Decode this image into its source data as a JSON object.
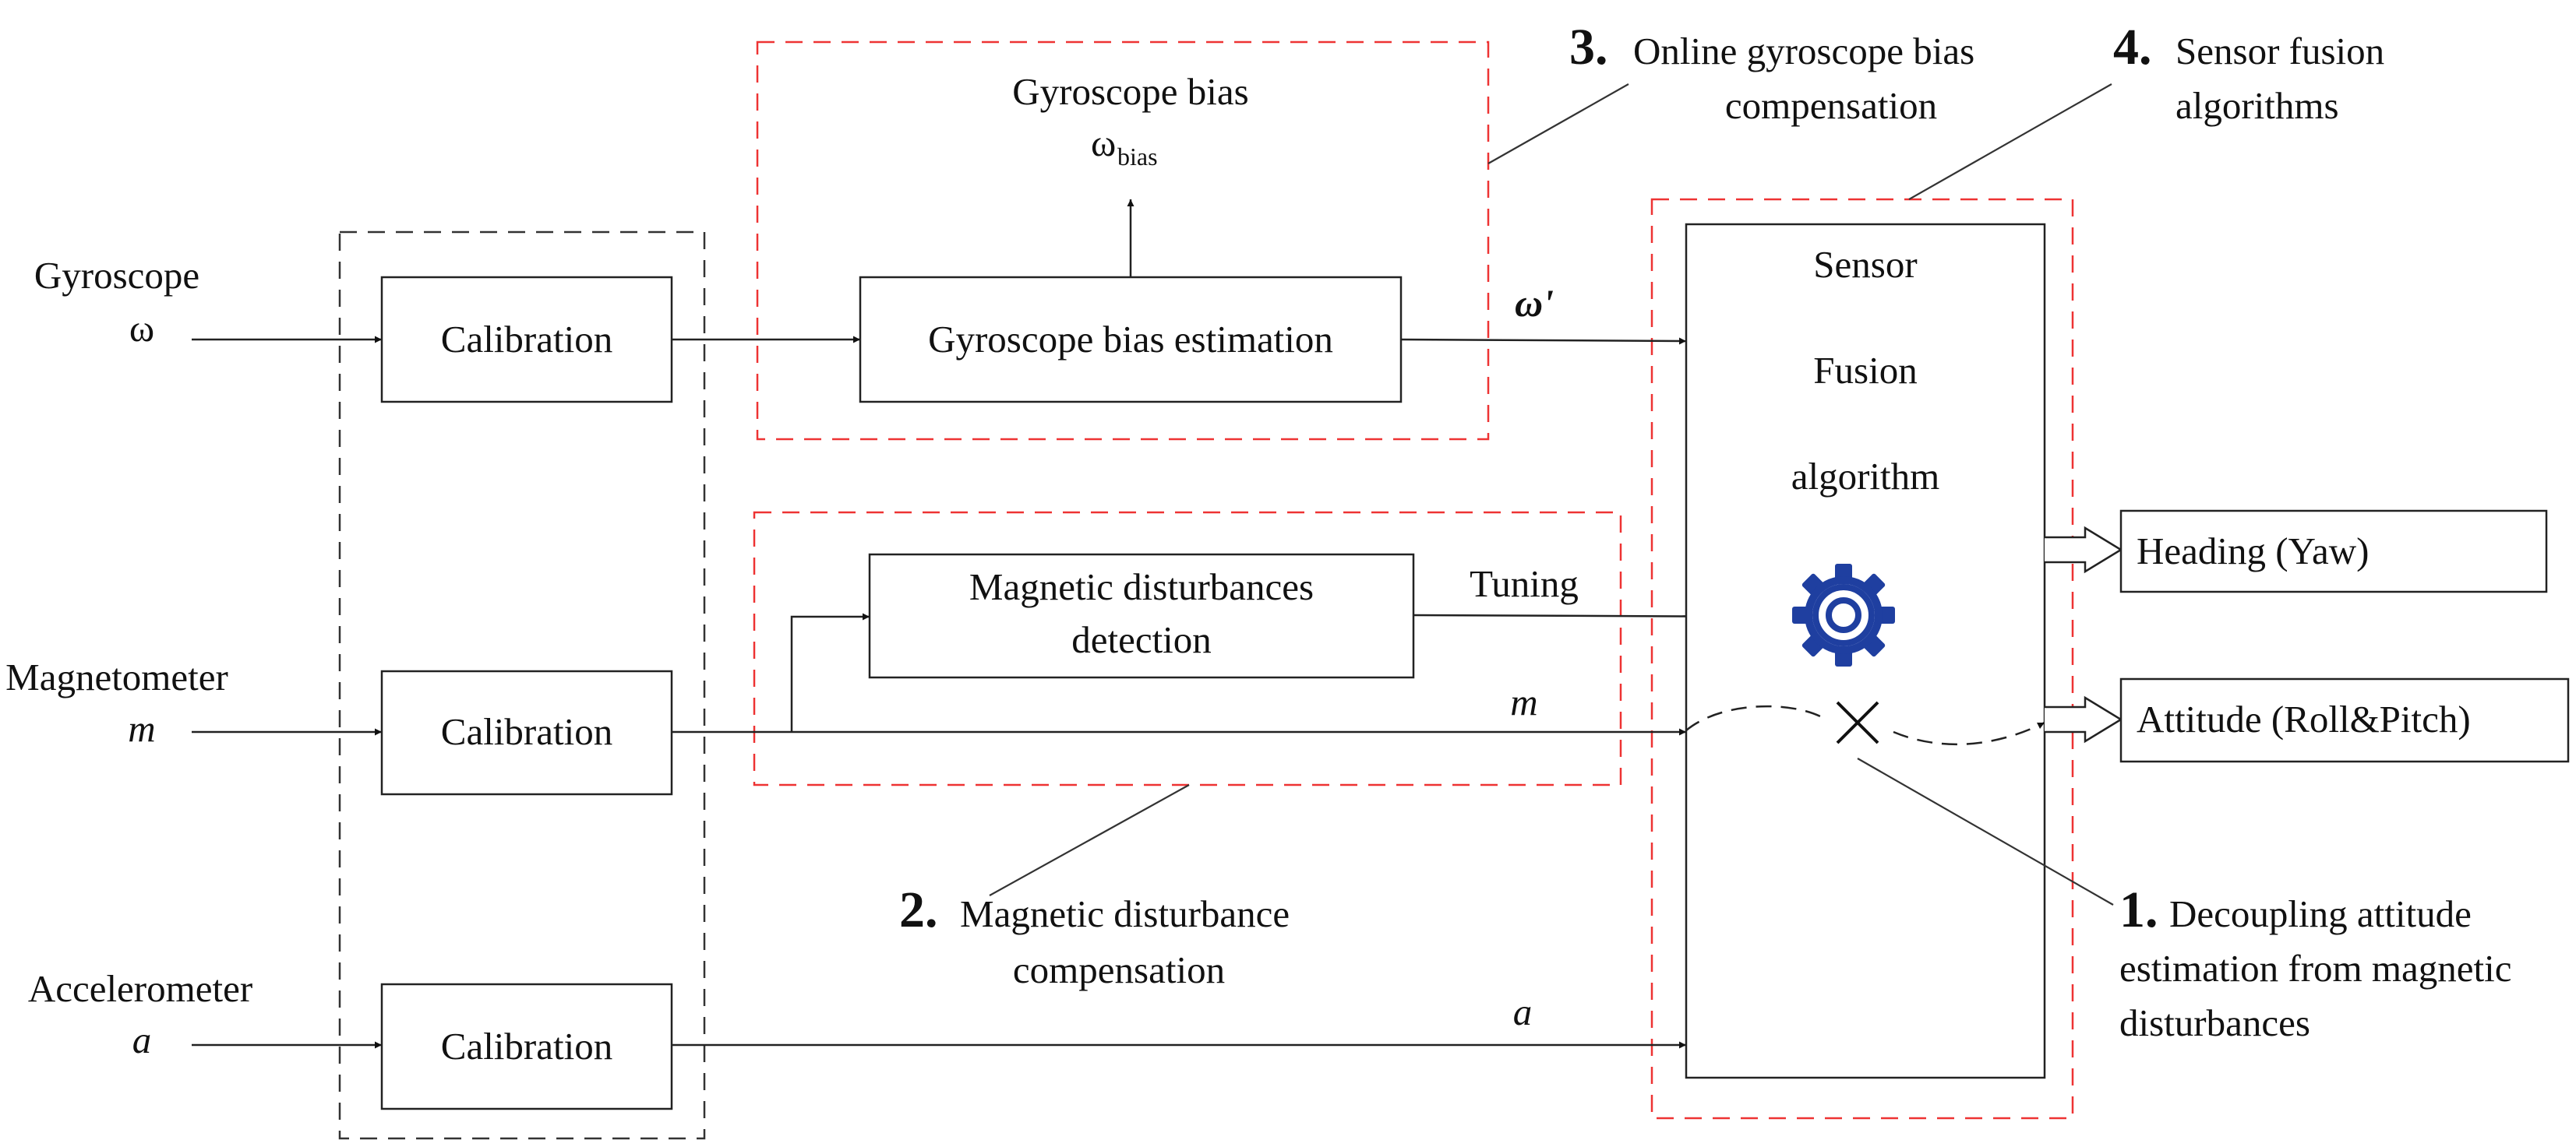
{
  "inputs": {
    "gyroscope": {
      "name": "Gyroscope",
      "symbol": "ω"
    },
    "magnetometer": {
      "name": "Magnetometer",
      "symbol": "m"
    },
    "accelerometer": {
      "name": "Accelerometer",
      "symbol": "a"
    }
  },
  "blocks": {
    "calibration_gyro": "Calibration",
    "calibration_mag": "Calibration",
    "calibration_acc": "Calibration",
    "gyro_bias_estimation": "Gyroscope bias estimation",
    "gyro_bias_output": {
      "title": "Gyroscope bias",
      "symbol": "ω",
      "subscript": "bias"
    },
    "mag_detection": {
      "line1": "Magnetic disturbances",
      "line2": "detection"
    },
    "fusion": {
      "line1": "Sensor",
      "line2": "Fusion",
      "line3": "algorithm"
    }
  },
  "signals": {
    "omega_prime": "ω'",
    "tuning": "Tuning",
    "m": "m",
    "a": "a"
  },
  "outputs": {
    "heading": "Heading (Yaw)",
    "attitude": "Attitude (Roll&Pitch)"
  },
  "annotations": [
    {
      "number": "1.",
      "lines": [
        "Decoupling attitude",
        "estimation from magnetic",
        "disturbances"
      ]
    },
    {
      "number": "2.",
      "lines": [
        "Magnetic disturbance",
        "compensation"
      ]
    },
    {
      "number": "3.",
      "lines": [
        "Online gyroscope bias",
        "compensation"
      ]
    },
    {
      "number": "4.",
      "lines": [
        "Sensor fusion",
        "algorithms"
      ]
    }
  ],
  "colors": {
    "highlight_dashed": "#ee3333",
    "gear_icon": "#1f3fa0",
    "lines": "#222222"
  },
  "icons": {
    "gear": "gear-icon",
    "cross": "cross-icon"
  }
}
